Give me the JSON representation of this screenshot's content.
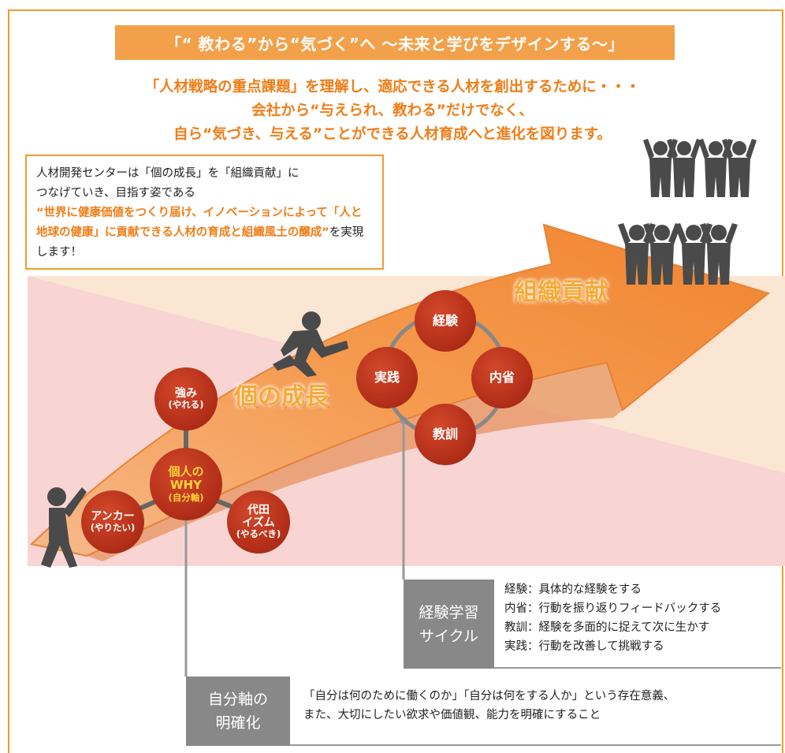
{
  "banner": "「“ 教わる”から“気づく”へ ～未来と学びをデザインする～」",
  "intro": [
    "「人材戦略の重点課題」を理解し、適応できる人材を創出するために・・・",
    "会社から“与えられ、教わる”だけでなく、",
    "自ら“気づき、与える”ことができる人材育成へと進化を図ります。"
  ],
  "mission": {
    "line1": "人材開発センターは「個の成長」を「組織貢献」に",
    "line2": "つなげていき、目指す姿である",
    "highlight": "“世界に健康価値をつくり届け、イノベーションによって「人と地球の健康」に貢献できる人材の育成と組織風土の醸成”",
    "tail": "を実現します！"
  },
  "labels": {
    "growth": "個の成長",
    "contribution": "組織貢献"
  },
  "why_nodes": {
    "center": {
      "line1": "個人の",
      "line2": "WHY",
      "sub": "(自分軸)"
    },
    "strength": {
      "main": "強み",
      "sub": "(やれる)"
    },
    "anchor": {
      "main": "アンカー",
      "sub": "(やりたい)"
    },
    "yoda": {
      "line1": "代田",
      "line2": "イズム",
      "sub": "(やるべき)"
    }
  },
  "cycle_nodes": {
    "experience": "経験",
    "reflection": "内省",
    "lesson": "教訓",
    "practice": "実践"
  },
  "cycle_box": {
    "title_line1": "経験学習",
    "title_line2": "サイクル",
    "items": [
      "経験：具体的な経験をする",
      "内省：行動を振り返りフィードバックする",
      "教訓：経験を多面的に捉えて次に生かす",
      "実践：行動を改善して挑戦する"
    ]
  },
  "axis_box": {
    "title_line1": "自分軸の",
    "title_line2": "明確化",
    "lines": [
      "「自分は何のために働くのか」「自分は何をする人か」という存在意義、",
      "また、大切にしたい欲求や価値観、能力を明確にすること"
    ]
  },
  "colors": {
    "orange": "#f07d17",
    "banner": "#f2a14a",
    "node": "#b5301a",
    "gray": "#888888",
    "pink": "#f8d5d3",
    "peach": "#fbe5d3"
  }
}
